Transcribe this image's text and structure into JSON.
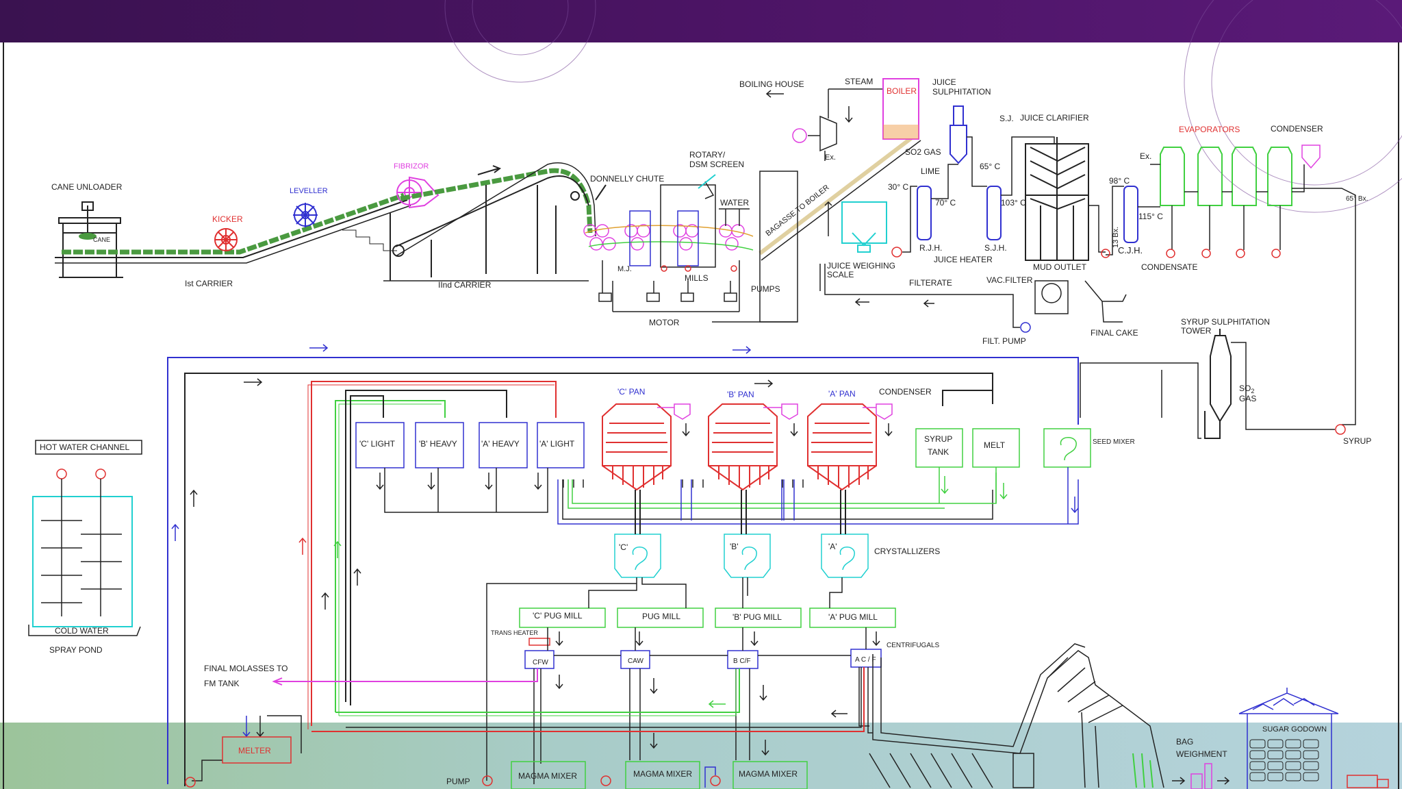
{
  "colors": {
    "purple_band": "#4b1464",
    "green_band": "#9cc49a",
    "blue_band": "#b5d3dc",
    "red": "#e03030",
    "magenta": "#e040e0",
    "cyan": "#20d0d0",
    "blue": "#3030d0",
    "green": "#40d040",
    "dark": "#222222",
    "cane_green": "#4a9a40"
  },
  "labels": {
    "cane_unloader": "CANE  UNLOADER",
    "cane": "CANE",
    "kicker": "KICKER",
    "leveller": "LEVELLER",
    "fibrizor": "FIBRIZOR",
    "first_carrier": "Ist CARRIER",
    "second_carrier": "IInd CARRIER",
    "donnelly_chute": "DONNELLY  CHUTE",
    "rotary_dsm_1": "ROTARY/",
    "rotary_dsm_2": "DSM SCREEN",
    "water": "WATER",
    "mj": "M.J.",
    "mills": "MILLS",
    "pumps": "PUMPS",
    "motor": "MOTOR",
    "boiling_house": "BOILING HOUSE",
    "steam": "STEAM",
    "boiler": "BOILER",
    "ex1": "Ex.",
    "bagasse_to_boiler": "BAGASSE TO BOILER",
    "juice_sulphitation_1": "JUICE",
    "juice_sulphitation_2": "SULPHITATION",
    "so2_gas": "SO2 GAS",
    "lime": "LIME",
    "t30": "30° C",
    "t70": "70° C",
    "t65": "65° C",
    "t103": "103° C",
    "sj": "S.J.",
    "juice_clarifier": "JUICE CLARIFIER",
    "rjh": "R.J.H.",
    "sjh": "S.J.H.",
    "juice_heater": "JUICE HEATER",
    "juice_weighing_1": "JUICE WEIGHING",
    "juice_weighing_2": "SCALE",
    "filterate": "FILTERATE",
    "mud_outlet": "MUD  OUTLET",
    "vac_filter": "VAC.FILTER",
    "filt_pump": "FILT. PUMP",
    "final_cake": "FINAL  CAKE",
    "t98": "98° C",
    "t115": "115° C",
    "bx13": "13 Bx.",
    "cjh": "C.J.H.",
    "evaporators": "EVAPORATORS",
    "condenser_top": "CONDENSER",
    "ex2": "Ex.",
    "bx65": "65° Bx.",
    "condensate": "CONDENSATE",
    "syrup_sulph_1": "SYRUP SULPHITATION",
    "syrup_sulph_2": "TOWER",
    "so2": "SO",
    "so2_sub": "2",
    "gas": "GAS",
    "syrup": "SYRUP",
    "hot_water_channel": "HOT WATER CHANNEL",
    "cold_water": "COLD WATER",
    "spray_pond": "SPRAY POND",
    "c_light": "'C' LIGHT",
    "b_heavy": "'B' HEAVY",
    "a_heavy": "'A' HEAVY",
    "a_light": "'A' LIGHT",
    "c_pan": "'C' PAN",
    "b_pan": "'B' PAN",
    "a_pan": "'A' PAN",
    "condenser_mid": "CONDENSER",
    "syrup_tank_1": "SYRUP",
    "syrup_tank_2": "TANK",
    "melt": "MELT",
    "seed_mixer": "SEED MIXER",
    "cry_c": "'C'",
    "cry_b": "'B'",
    "cry_a": "'A'",
    "crystallizers": "CRYSTALLIZERS",
    "c_pug_mill": "'C'  PUG MILL",
    "pug_mill": "PUG MILL",
    "b_pug_mill": "'B'  PUG MILL",
    "a_pug_mill": "'A'  PUG MILL",
    "trans_heater": "TRANS HEATER",
    "cfw": "CFW",
    "caw": "CAW",
    "bcf": "B  C/F",
    "acf": "A  C / F",
    "centrifugals": "CENTRIFUGALS",
    "final_molasses_1": "FINAL MOLASSES TO",
    "final_molasses_2": "FM TANK",
    "melter": "MELTER",
    "pump": "PUMP",
    "magma_mixer_1": "MAGMA MIXER",
    "magma_mixer_2": "MAGMA MIXER",
    "magma_mixer_3": "MAGMA MIXER",
    "bag_weighment_1": "BAG",
    "bag_weighment_2": "WEIGHMENT",
    "sugar_godown": "SUGAR GODOWN"
  }
}
